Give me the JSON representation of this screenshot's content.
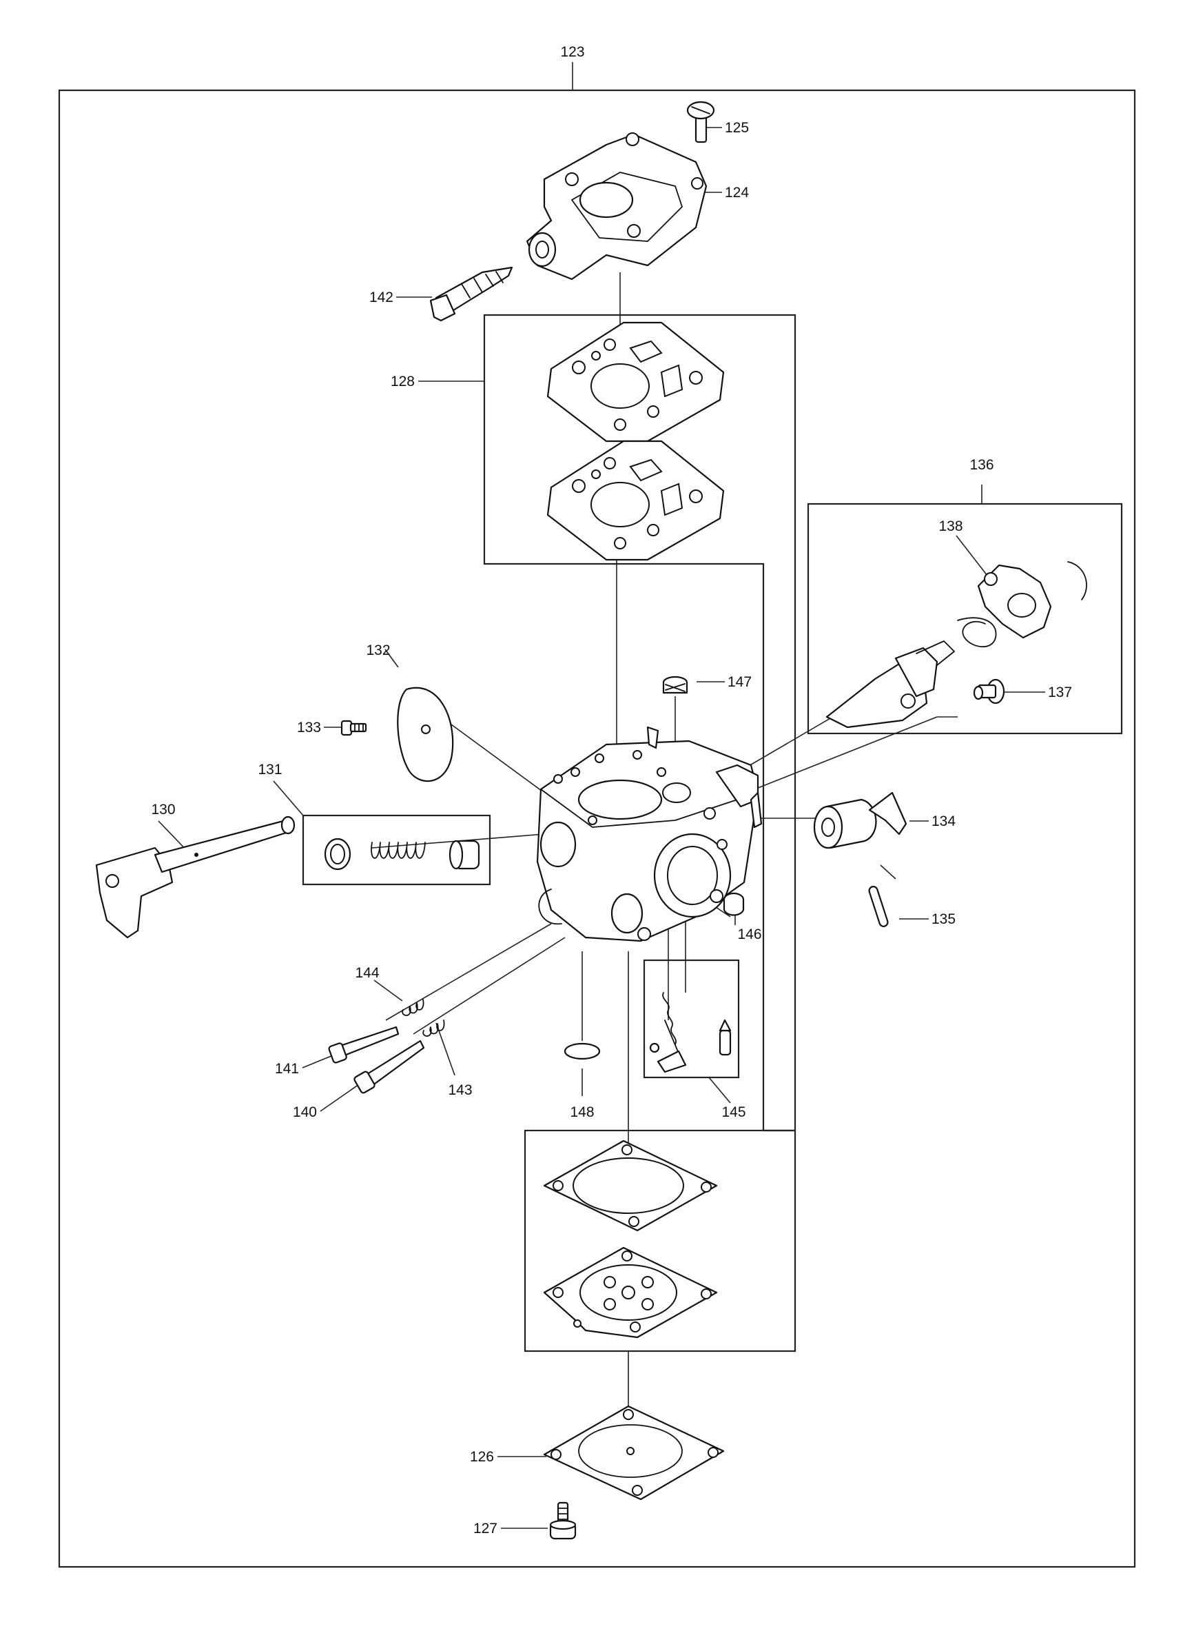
{
  "diagram": {
    "type": "exploded-parts-diagram",
    "callouts": {
      "c123": "123",
      "c124": "124",
      "c125": "125",
      "c126": "126",
      "c127": "127",
      "c128": "128",
      "c130": "130",
      "c131": "131",
      "c132": "132",
      "c133": "133",
      "c134": "134",
      "c135": "135",
      "c136": "136",
      "c137": "137",
      "c138": "138",
      "c140": "140",
      "c141": "141",
      "c142": "142",
      "c143": "143",
      "c144": "144",
      "c145": "145",
      "c146": "146",
      "c147": "147",
      "c148": "148"
    }
  }
}
